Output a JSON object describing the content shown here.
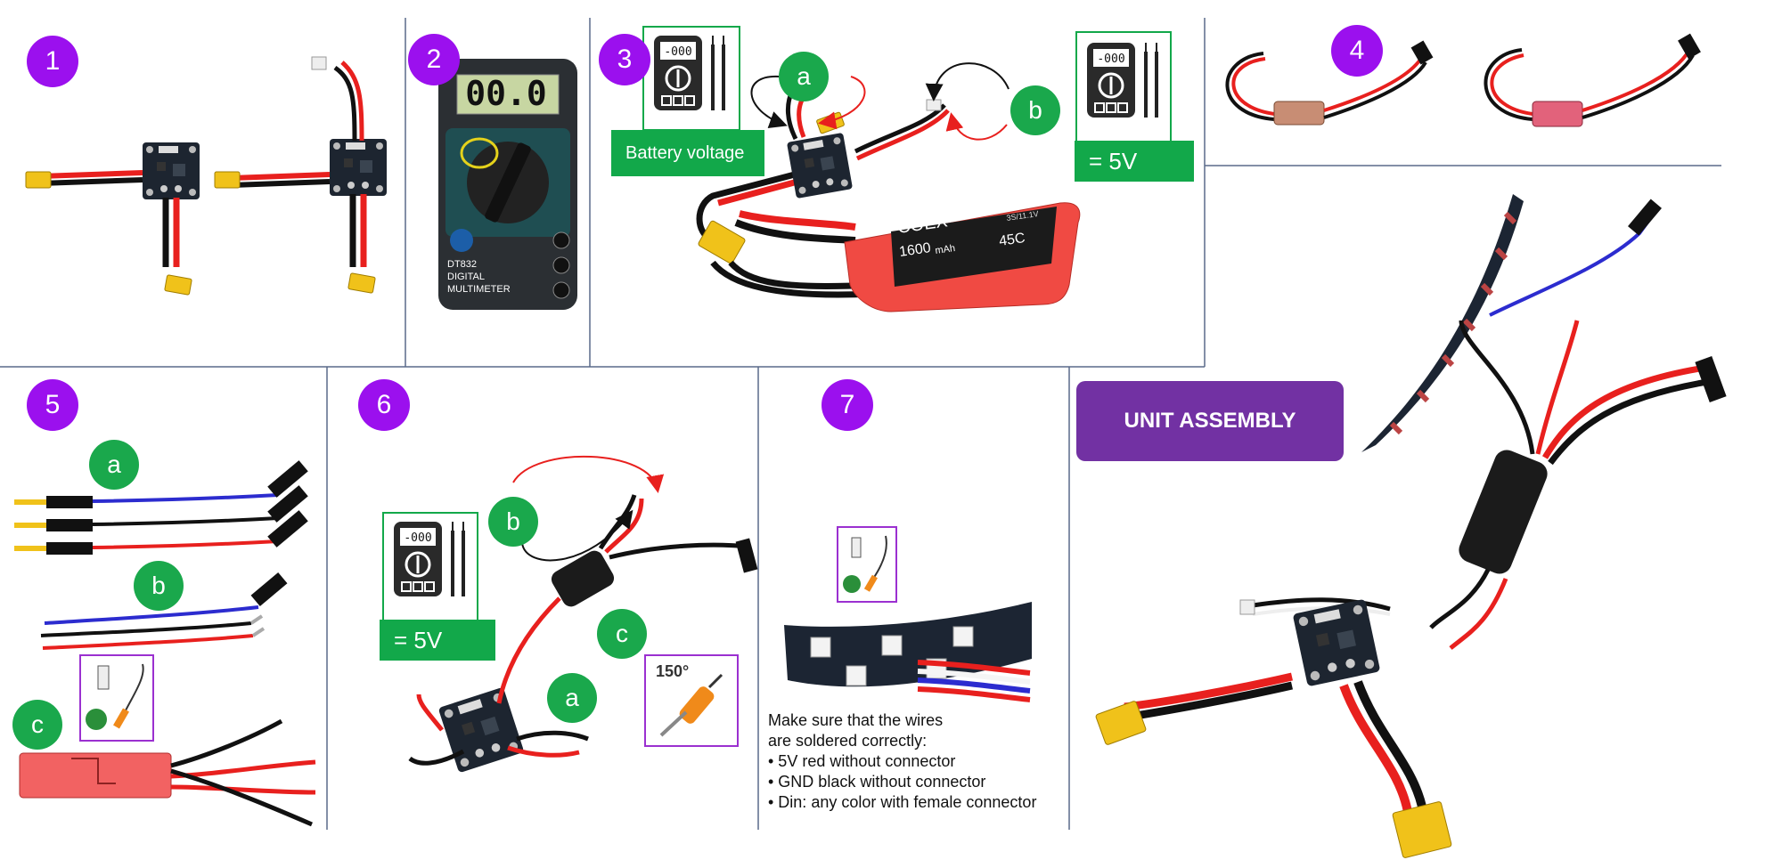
{
  "steps": [
    {
      "number": "1"
    },
    {
      "number": "2"
    },
    {
      "number": "3",
      "subs": [
        "a",
        "b"
      ],
      "labels": [
        "Battery voltage",
        "= 5V"
      ]
    },
    {
      "number": "4"
    },
    {
      "number": "5",
      "subs": [
        "a",
        "b",
        "c"
      ]
    },
    {
      "number": "6",
      "subs": [
        "b",
        "c",
        "a"
      ],
      "labels": [
        "= 5V"
      ],
      "temperature": "150°"
    },
    {
      "number": "7"
    }
  ],
  "multimeter": {
    "display": "00.0",
    "model": "DT832",
    "model_line2": "DIGITAL",
    "model_line3": "MULTIMETER",
    "lcd_icon": "-000"
  },
  "battery": {
    "brand": "COEX",
    "capacity": "1600",
    "capacity_unit": "mAh",
    "rate": "45C",
    "cells": "3S/11.1V"
  },
  "unit_assembly_label": "UNIT ASSEMBLY",
  "note": {
    "line1": "Make sure that the wires",
    "line2": "are soldered correctly:",
    "bullets": [
      "• 5V red without connector",
      "• GND black without connector",
      "• Din: any color with female connector"
    ]
  },
  "colors": {
    "step_badge": "#9b10ee",
    "sub_badge": "#1aa84c",
    "label_green": "#12a84a",
    "unit_box": "#7231a3",
    "frame_purple": "#9b30d0",
    "divider": "#5a6a8a",
    "wire_red": "#e8201e",
    "wire_black": "#1a1a1a",
    "wire_blue": "#2c2ccf",
    "connector_yellow": "#f0c21a",
    "battery_red": "#f04a43"
  },
  "icons": [
    "multimeter-icon",
    "soldering-iron-icon",
    "solder-kit-icon",
    "led-strip-icon",
    "power-board-icon",
    "battery-icon"
  ]
}
